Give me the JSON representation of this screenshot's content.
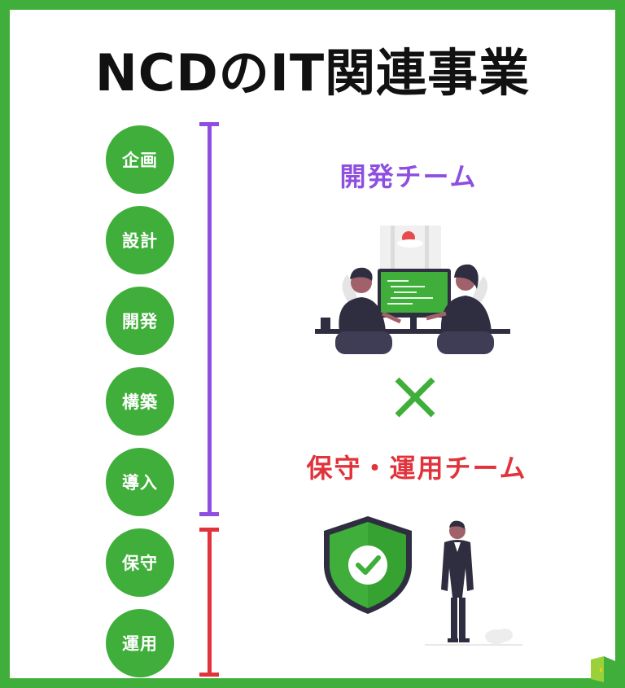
{
  "title": "NCDのIT関連事業",
  "steps": [
    "企画",
    "設計",
    "開発",
    "構築",
    "導入",
    "保守",
    "運用"
  ],
  "teams": {
    "dev": {
      "label": "開発チーム",
      "color": "#8e4fe0"
    },
    "ops": {
      "label": "保守・運用チーム",
      "color": "#e0333b"
    }
  },
  "colors": {
    "brand_green": "#3fae3a",
    "text_dark": "#111111"
  },
  "icons": [
    "developers-at-computer-illustration",
    "times-icon",
    "shield-check-icon",
    "businessman-illustration",
    "logo-icon"
  ]
}
